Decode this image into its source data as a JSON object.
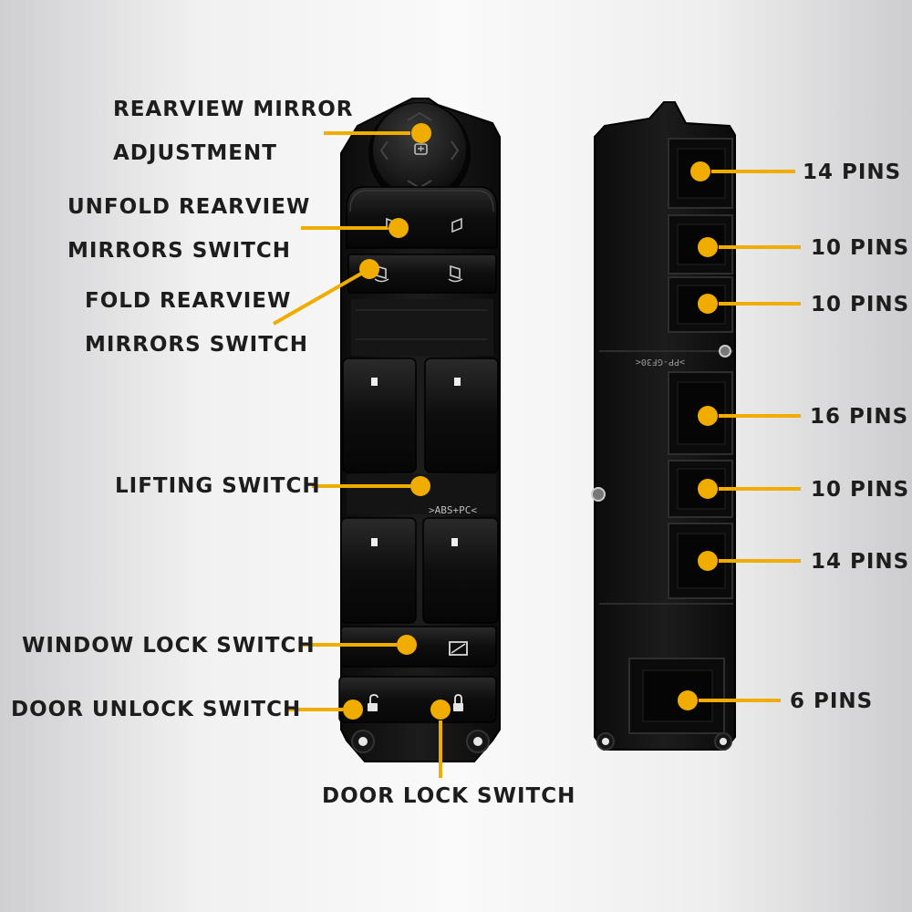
{
  "theme": {
    "accent": "#f0ad00",
    "housing": "#141414",
    "button": "#0c0c0c",
    "text": "#1d1d1d"
  },
  "front_panel": {
    "labels": [
      {
        "id": "mirror-adjust",
        "lines": [
          "REARVIEW MIRROR",
          "ADJUSTMENT"
        ]
      },
      {
        "id": "unfold-mirrors",
        "lines": [
          "UNFOLD REARVIEW",
          "MIRRORS SWITCH"
        ]
      },
      {
        "id": "fold-mirrors",
        "lines": [
          "FOLD REARVIEW",
          "MIRRORS SWITCH"
        ]
      },
      {
        "id": "lifting",
        "lines": [
          "LIFTING SWITCH"
        ]
      },
      {
        "id": "window-lock",
        "lines": [
          "WINDOW LOCK SWITCH"
        ]
      },
      {
        "id": "door-unlock",
        "lines": [
          "DOOR UNLOCK SWITCH"
        ]
      },
      {
        "id": "door-lock",
        "lines": [
          "DOOR LOCK SWITCH"
        ]
      }
    ],
    "mold_text": ">ABS+PC<"
  },
  "back_panel": {
    "connectors": [
      {
        "label": "14 PINS"
      },
      {
        "label": "10 PINS"
      },
      {
        "label": "10 PINS"
      },
      {
        "label": "16 PINS"
      },
      {
        "label": "10 PINS"
      },
      {
        "label": "14 PINS"
      },
      {
        "label": "6 PINS"
      }
    ],
    "mold_text": ">PP-GF30<"
  }
}
